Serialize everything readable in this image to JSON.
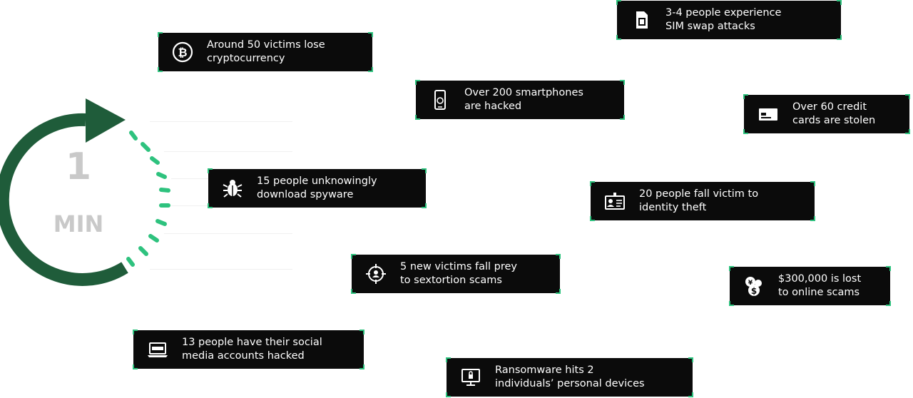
{
  "timer": {
    "value": "1",
    "unit": "MIN"
  },
  "colors": {
    "arrow": "#1f5c3a",
    "ticks": "#2ec27e",
    "card_bg": "#0b0b0b",
    "card_corner": "#2ec27e",
    "timer_text": "#c9c9c9"
  },
  "cards": [
    {
      "icon": "bitcoin-icon",
      "text": "Around 50 victims lose\ncryptocurrency"
    },
    {
      "icon": "sim-card-icon",
      "text": "3-4 people experience\nSIM swap attacks"
    },
    {
      "icon": "smartphone-hacked-icon",
      "text": "Over 200 smartphones\nare hacked"
    },
    {
      "icon": "credit-card-icon",
      "text": "Over 60 credit\ncards are stolen"
    },
    {
      "icon": "bug-icon",
      "text": "15 people unknowingly\ndownload spyware"
    },
    {
      "icon": "id-card-icon",
      "text": "20 people fall victim to\nidentity theft"
    },
    {
      "icon": "target-person-icon",
      "text": "5 new victims fall prey\nto sextortion scams"
    },
    {
      "icon": "money-icon",
      "text": "$300,000 is lost\nto online scams"
    },
    {
      "icon": "hacked-laptop-icon",
      "text": "13 people have their social\nmedia accounts hacked"
    },
    {
      "icon": "ransomware-monitor-icon",
      "text": "Ransomware hits 2\nindividuals’ personal devices"
    }
  ]
}
